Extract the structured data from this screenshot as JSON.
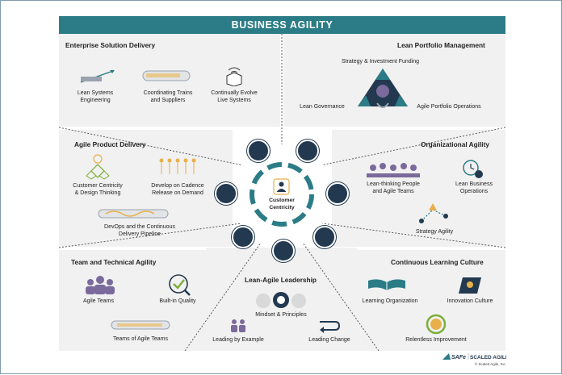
{
  "title": "BUSINESS AGILITY",
  "center": {
    "label": "Customer\nCentricity"
  },
  "sections": {
    "enterprise": {
      "heading": "Enterprise Solution Delivery",
      "items": [
        "Lean Systems\nEngineering",
        "Coordinating Trains\nand Suppliers",
        "Continually Evolve\nLive Systems"
      ]
    },
    "portfolio": {
      "heading": "Lean Portfolio Management",
      "items": [
        "Strategy & Investment Funding",
        "Lean Governance",
        "Agile Portfolio Operations"
      ]
    },
    "product": {
      "heading": "Agile Product Delivery",
      "items": [
        "Customer Centricity\n& Design Thinking",
        "Develop on Cadence\nRelease on Demand",
        "DevOps and the Continuous\nDelivery Pipeline"
      ]
    },
    "org": {
      "heading": "Organizational Agility",
      "items": [
        "Lean-thinking People\nand Agile Teams",
        "Lean Business\nOperations",
        "Strategy Agility"
      ]
    },
    "team": {
      "heading": "Team and Technical Agility",
      "items": [
        "Agile Teams",
        "Built-in Quality",
        "Teams of Agile Teams"
      ]
    },
    "leadership": {
      "heading": "Lean-Agile Leadership",
      "items": [
        "Mindset & Principles",
        "Leading by Example",
        "Leading Change"
      ]
    },
    "learning": {
      "heading": "Continuous Learning Culture",
      "items": [
        "Learning Organization",
        "Innovation Culture",
        "Relentless Improvement"
      ]
    }
  },
  "footer": {
    "copyright": "© Scaled Agile, Inc."
  },
  "colors": {
    "teal": "#2b7c86",
    "navy": "#22394f",
    "gold": "#e8b04a",
    "green": "#7cae3a",
    "purple": "#7b6a9c"
  }
}
